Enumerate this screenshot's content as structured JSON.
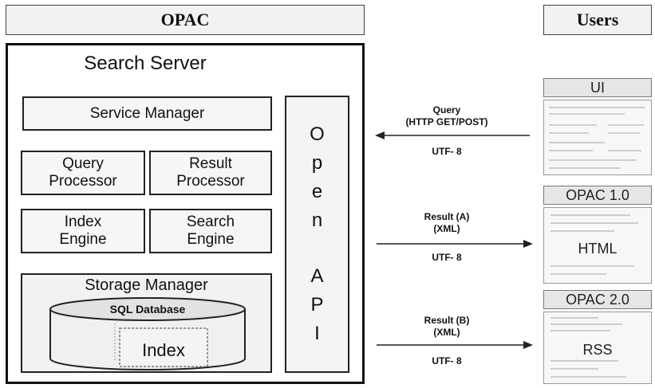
{
  "headers": {
    "opac": "OPAC",
    "users": "Users"
  },
  "server": {
    "title": "Search Server",
    "service_manager": "Service Manager",
    "query_processor": [
      "Query",
      "Processor"
    ],
    "result_processor": [
      "Result",
      "Processor"
    ],
    "index_engine": [
      "Index",
      "Engine"
    ],
    "search_engine": [
      "Search",
      "Engine"
    ],
    "storage_manager": "Storage Manager",
    "sql_database": "SQL Database",
    "index": "Index"
  },
  "open_api": {
    "letters_top": [
      "O",
      "p",
      "e",
      "n"
    ],
    "letters_bottom": [
      "A",
      "P",
      "I"
    ]
  },
  "arrows": {
    "query": {
      "label_1": "Query",
      "label_2": "(HTTP GET/POST)",
      "encoding": "UTF- 8"
    },
    "result_a": {
      "label_1": "Result (A)",
      "label_2": "(XML)",
      "encoding": "UTF- 8"
    },
    "result_b": {
      "label_1": "Result (B)",
      "label_2": "(XML)",
      "encoding": "UTF- 8"
    }
  },
  "clients": {
    "ui": {
      "tag": "UI"
    },
    "opac1": {
      "tag": "OPAC 1.0",
      "doc": "HTML"
    },
    "opac2": {
      "tag": "OPAC 2.0",
      "doc": "RSS"
    }
  }
}
